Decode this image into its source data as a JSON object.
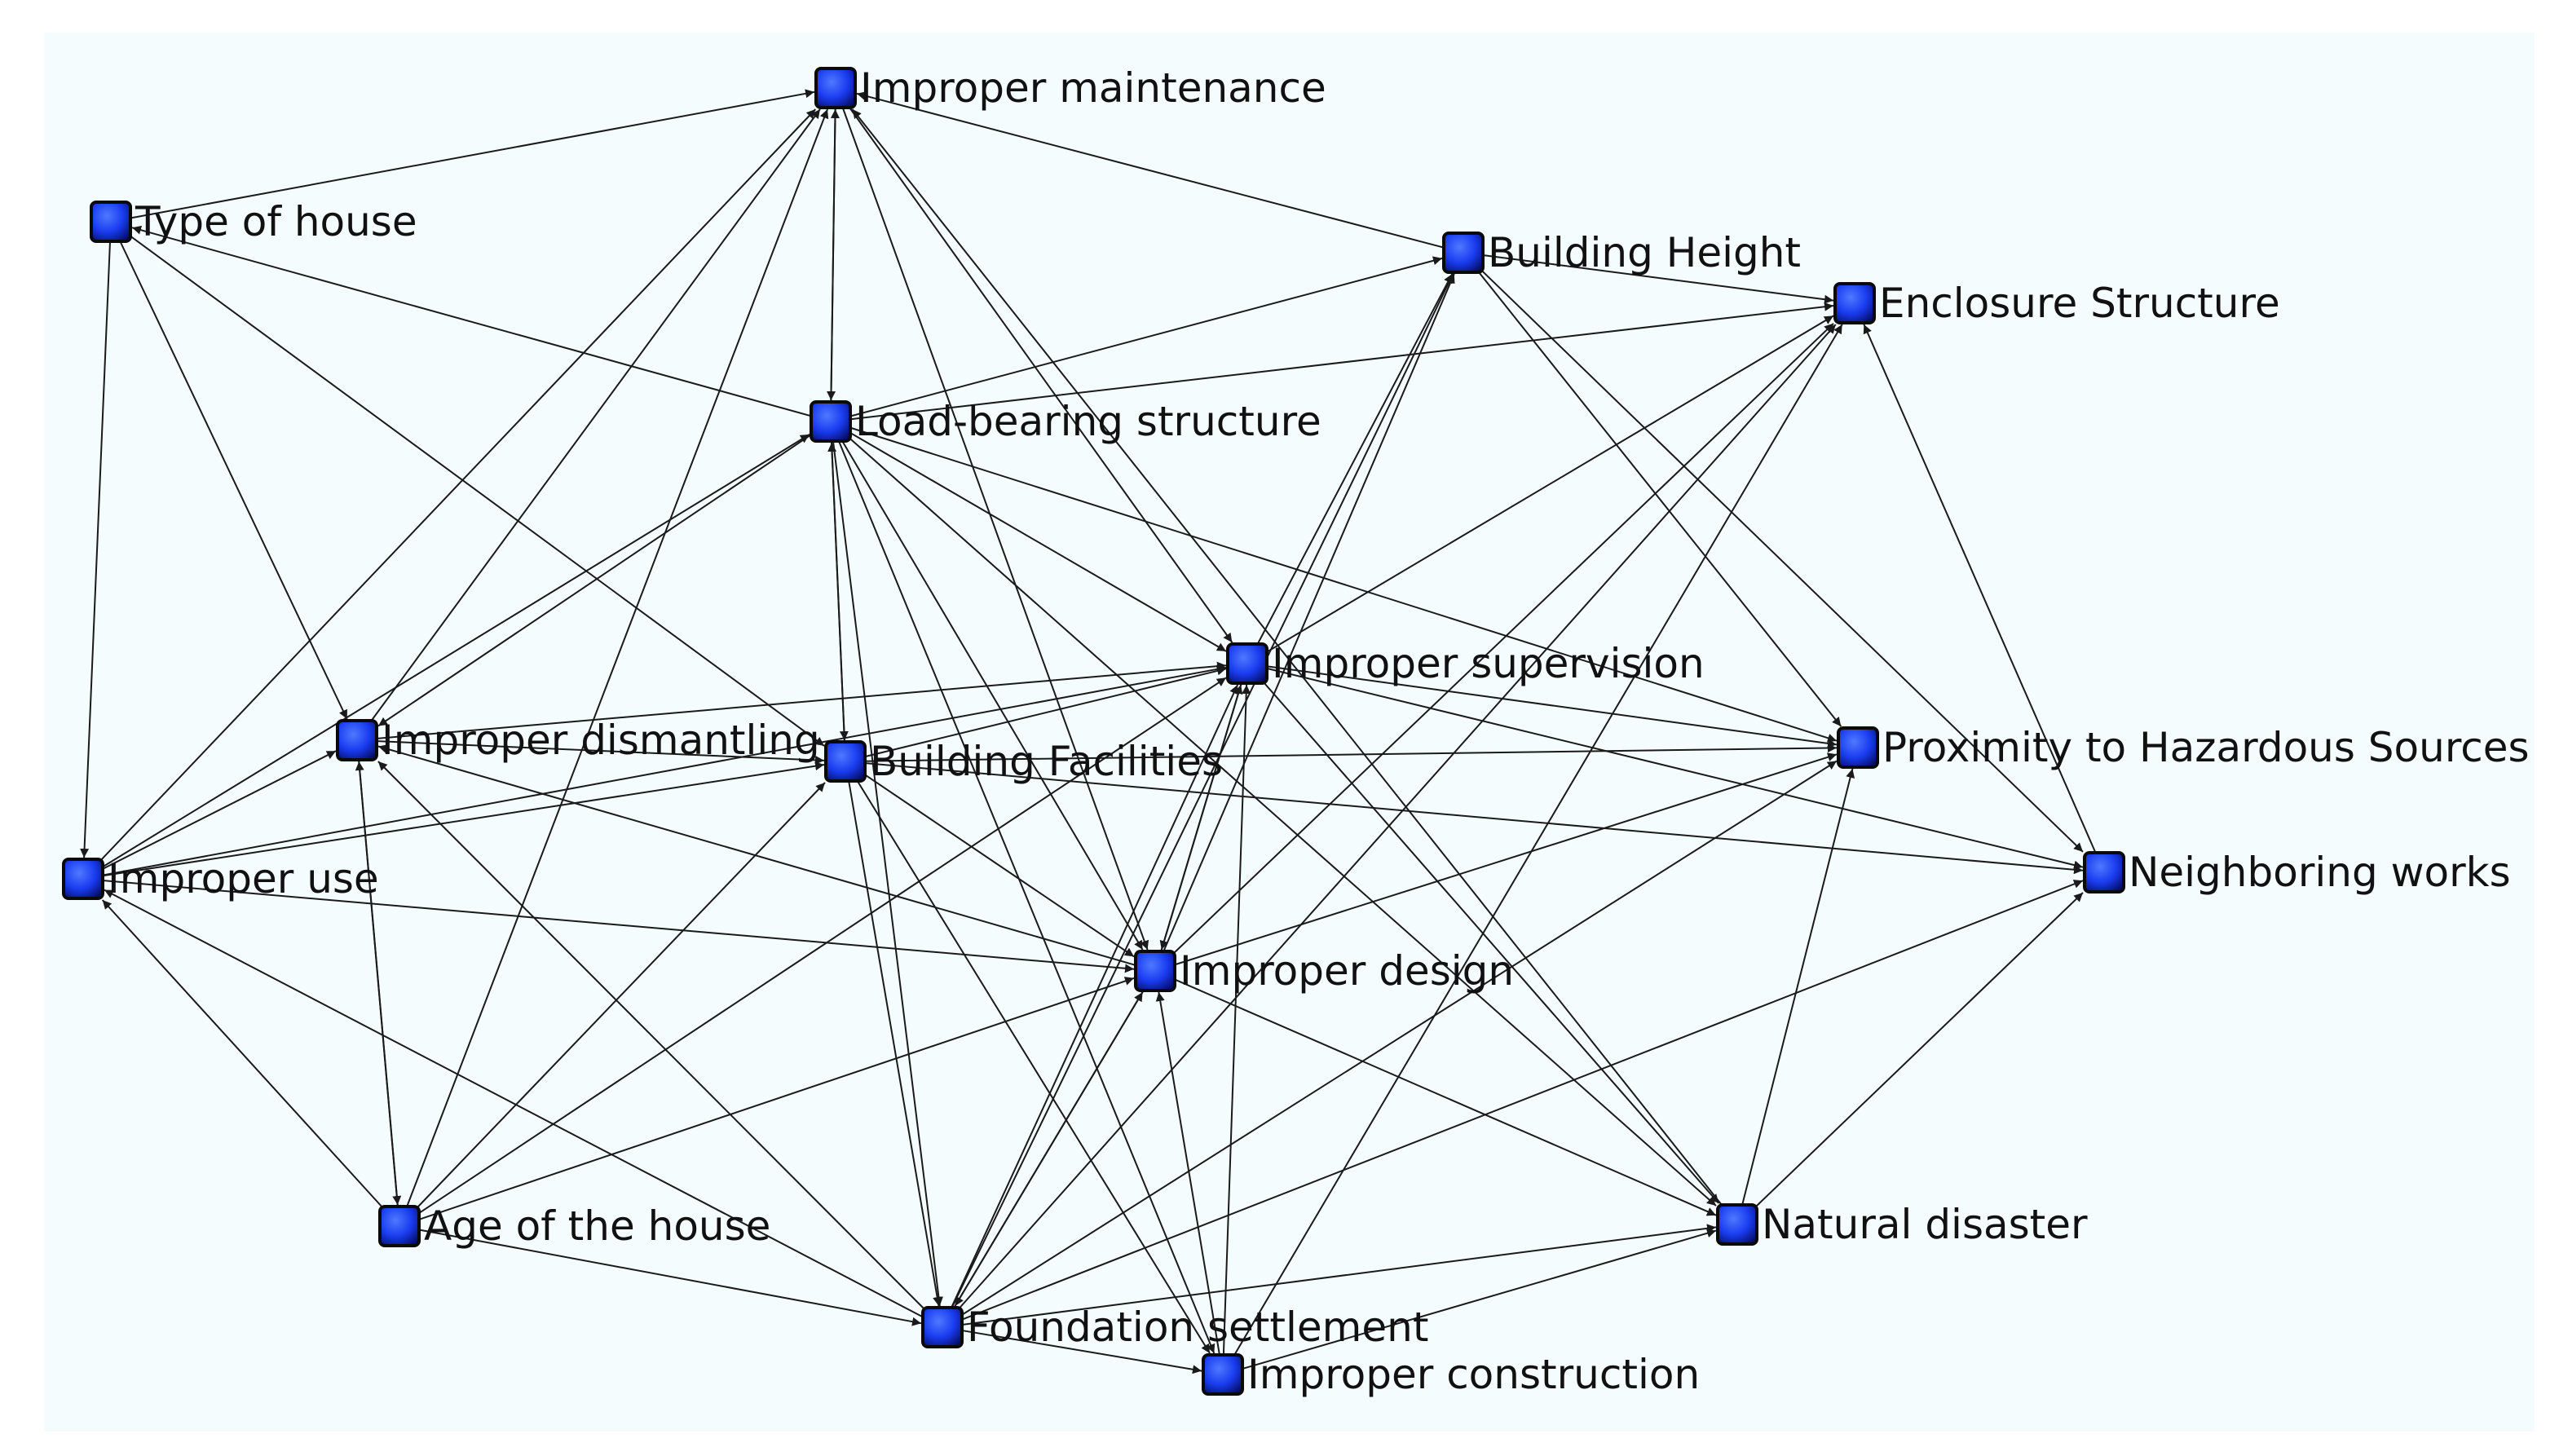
{
  "diagram": {
    "type": "directed-network",
    "node_color": "#1a3cf0",
    "edge_color": "#1a1a1a",
    "background": "#f5fcfd",
    "nodes": [
      {
        "id": "maint",
        "label": "Improper maintenance"
      },
      {
        "id": "type",
        "label": "Type of house"
      },
      {
        "id": "height",
        "label": "Building Height"
      },
      {
        "id": "encl",
        "label": "Enclosure Structure"
      },
      {
        "id": "load",
        "label": "Load-bearing structure"
      },
      {
        "id": "superv",
        "label": "Improper supervision"
      },
      {
        "id": "dismant",
        "label": "Improper dismantling"
      },
      {
        "id": "facil",
        "label": "Building Facilities"
      },
      {
        "id": "prox",
        "label": "Proximity to Hazardous Sources"
      },
      {
        "id": "use",
        "label": "Improper use"
      },
      {
        "id": "neigh",
        "label": "Neighboring works"
      },
      {
        "id": "design",
        "label": "Improper design"
      },
      {
        "id": "age",
        "label": "Age of the house"
      },
      {
        "id": "disaster",
        "label": "Natural disaster"
      },
      {
        "id": "found",
        "label": "Foundation settlement"
      },
      {
        "id": "constr",
        "label": "Improper construction"
      }
    ],
    "edges": [
      [
        "type",
        "maint"
      ],
      [
        "type",
        "use"
      ],
      [
        "type",
        "dismant"
      ],
      [
        "type",
        "facil"
      ],
      [
        "load",
        "type"
      ],
      [
        "load",
        "maint"
      ],
      [
        "maint",
        "load"
      ],
      [
        "height",
        "maint"
      ],
      [
        "maint",
        "superv"
      ],
      [
        "maint",
        "design"
      ],
      [
        "dismant",
        "maint"
      ],
      [
        "use",
        "maint"
      ],
      [
        "age",
        "maint"
      ],
      [
        "disaster",
        "maint"
      ],
      [
        "load",
        "height"
      ],
      [
        "load",
        "facil"
      ],
      [
        "facil",
        "load"
      ],
      [
        "load",
        "dismant"
      ],
      [
        "use",
        "load"
      ],
      [
        "load",
        "superv"
      ],
      [
        "load",
        "design"
      ],
      [
        "load",
        "prox"
      ],
      [
        "load",
        "found"
      ],
      [
        "load",
        "constr"
      ],
      [
        "load",
        "disaster"
      ],
      [
        "height",
        "encl"
      ],
      [
        "superv",
        "height"
      ],
      [
        "design",
        "height"
      ],
      [
        "found",
        "height"
      ],
      [
        "height",
        "prox"
      ],
      [
        "height",
        "neigh"
      ],
      [
        "load",
        "encl"
      ],
      [
        "superv",
        "encl"
      ],
      [
        "design",
        "encl"
      ],
      [
        "constr",
        "encl"
      ],
      [
        "neigh",
        "encl"
      ],
      [
        "found",
        "encl"
      ],
      [
        "facil",
        "superv"
      ],
      [
        "dismant",
        "superv"
      ],
      [
        "use",
        "superv"
      ],
      [
        "superv",
        "prox"
      ],
      [
        "superv",
        "neigh"
      ],
      [
        "superv",
        "disaster"
      ],
      [
        "superv",
        "design"
      ],
      [
        "design",
        "superv"
      ],
      [
        "found",
        "superv"
      ],
      [
        "constr",
        "superv"
      ],
      [
        "age",
        "superv"
      ],
      [
        "use",
        "dismant"
      ],
      [
        "dismant",
        "age"
      ],
      [
        "age",
        "dismant"
      ],
      [
        "dismant",
        "facil"
      ],
      [
        "found",
        "dismant"
      ],
      [
        "design",
        "dismant"
      ],
      [
        "use",
        "facil"
      ],
      [
        "facil",
        "design"
      ],
      [
        "facil",
        "found"
      ],
      [
        "facil",
        "constr"
      ],
      [
        "facil",
        "prox"
      ],
      [
        "facil",
        "neigh"
      ],
      [
        "age",
        "facil"
      ],
      [
        "age",
        "use"
      ],
      [
        "found",
        "use"
      ],
      [
        "use",
        "design"
      ],
      [
        "design",
        "prox"
      ],
      [
        "design",
        "disaster"
      ],
      [
        "found",
        "design"
      ],
      [
        "design",
        "found"
      ],
      [
        "constr",
        "design"
      ],
      [
        "age",
        "design"
      ],
      [
        "age",
        "found"
      ],
      [
        "found",
        "constr"
      ],
      [
        "found",
        "prox"
      ],
      [
        "found",
        "neigh"
      ],
      [
        "found",
        "disaster"
      ],
      [
        "disaster",
        "prox"
      ],
      [
        "disaster",
        "neigh"
      ],
      [
        "constr",
        "disaster"
      ]
    ]
  }
}
